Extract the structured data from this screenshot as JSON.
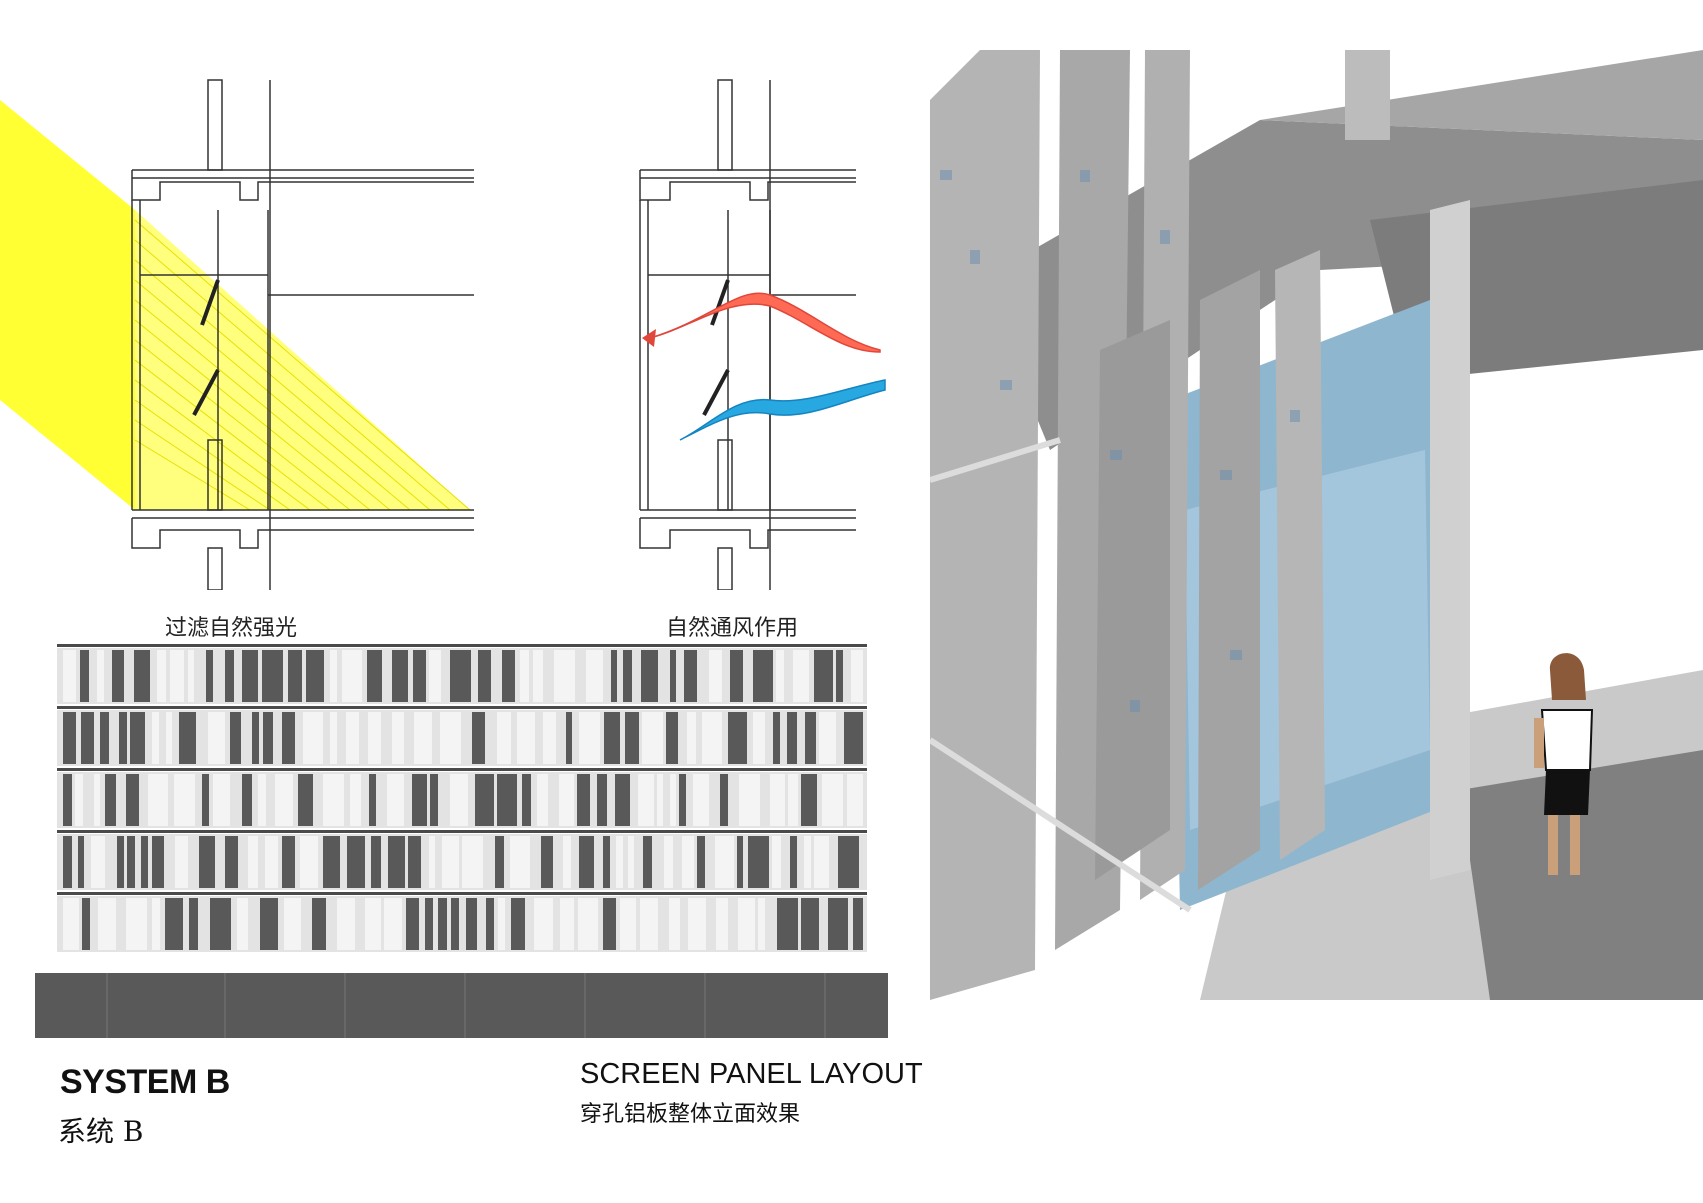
{
  "captions": {
    "left_section": "过滤自然强光",
    "right_section": "自然通风作用"
  },
  "system": {
    "title_en": "SYSTEM B",
    "title_zh": "系统 B"
  },
  "layout_caption": {
    "title_en": "SCREEN PANEL LAYOUT",
    "title_zh": "穿孔铝板整体立面效果"
  },
  "colors": {
    "sunlight": "#ffff33",
    "warm_air": "#ff5a4a",
    "cool_air": "#1aa3e0",
    "dark_panel": "#595959",
    "light_panel": "#e3e3e3",
    "base": "#595959",
    "glass": "#8fb6cf"
  }
}
